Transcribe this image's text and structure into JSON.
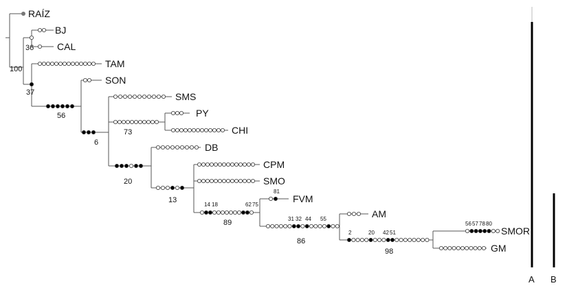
{
  "taxa": {
    "raiz": "RAÍZ",
    "bj": "BJ",
    "cal": "CAL",
    "tam": "TAM",
    "son": "SON",
    "sms": "SMS",
    "py": "PY",
    "chi": "CHI",
    "db": "DB",
    "cpm": "CPM",
    "smo": "SMO",
    "fvm": "FVM",
    "am": "AM",
    "smor": "SMOR",
    "gm": "GM"
  },
  "support": {
    "n36": "36",
    "n100": "100",
    "n37": "37",
    "n56": "56",
    "n6": "6",
    "n73": "73",
    "n20": "20",
    "n13": "13",
    "n89": "89",
    "n86": "86",
    "n98": "98"
  },
  "char_labels": {
    "c14": "14",
    "c18": "18",
    "c62": "62",
    "c75": "75",
    "c81": "81",
    "c31": "31",
    "c32": "32",
    "c44": "44",
    "c55": "55",
    "c2": "2",
    "c20": "20",
    "c42": "42",
    "c51": "51",
    "c56": "56",
    "c57": "57",
    "c78": "78",
    "c80": "80"
  },
  "bars": {
    "a": "A",
    "b": "B"
  },
  "colors": {
    "line": "#555555",
    "bar": "#000000",
    "filled_marker": "#000000",
    "open_marker": "#ffffff"
  }
}
